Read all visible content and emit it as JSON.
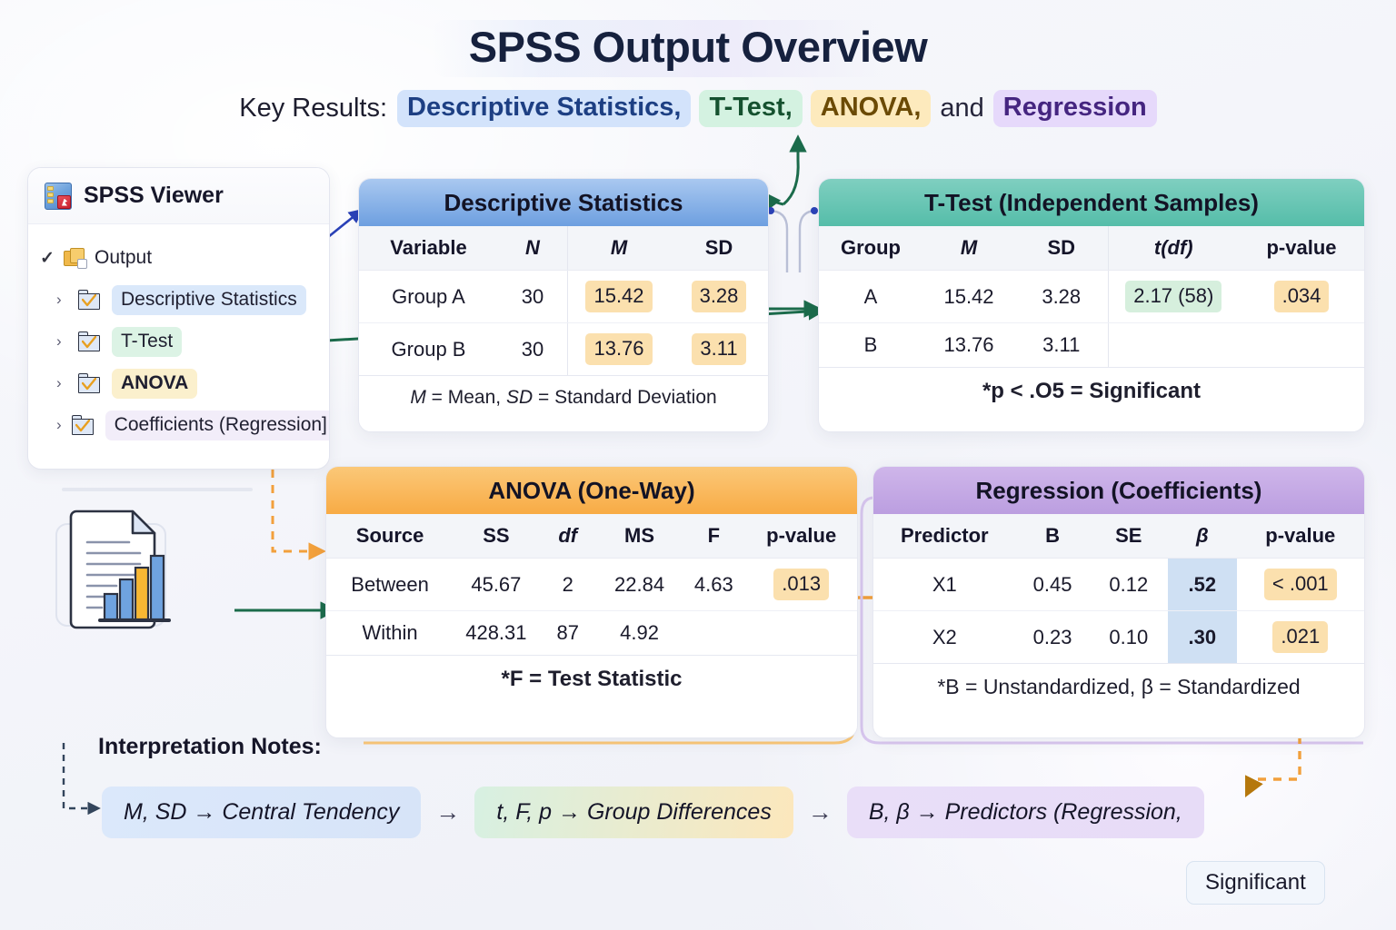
{
  "header": {
    "title": "SPSS Output Overview",
    "subtitle_lead": "Key Results:",
    "pills": {
      "descriptive": "Descriptive Statistics,",
      "ttest": "T-Test,",
      "anova": "ANOVA,",
      "conjunction": "and",
      "regression": "Regression"
    }
  },
  "sidebar": {
    "app_title": "SPSS Viewer",
    "root_label": "Output",
    "items": [
      {
        "label": "Descriptive Statistics"
      },
      {
        "label": "T-Test"
      },
      {
        "label": "ANOVA"
      },
      {
        "label": "Coefficients (Regression]"
      }
    ]
  },
  "descriptive": {
    "title": "Descriptive Statistics",
    "columns": [
      "Variable",
      "N",
      "M",
      "SD"
    ],
    "rows": [
      {
        "variable": "Group A",
        "n": "30",
        "m": "15.42",
        "sd": "3.28"
      },
      {
        "variable": "Group B",
        "n": "30",
        "m": "13.76",
        "sd": "3.11"
      }
    ],
    "note_a": "M",
    "note_b": " = Mean,  ",
    "note_c": "SD",
    "note_d": " = Standard Deviation"
  },
  "ttest": {
    "title": "T-Test (Independent Samples)",
    "columns": [
      "Group",
      "M",
      "SD",
      "t(df)",
      "p-value"
    ],
    "rows": [
      {
        "group": "A",
        "m": "15.42",
        "sd": "3.28",
        "t": "2.17 (58)",
        "p": ".034"
      },
      {
        "group": "B",
        "m": "13.76",
        "sd": "3.11",
        "t": "",
        "p": ""
      }
    ],
    "note": "*p < .O5  =  Significant"
  },
  "anova": {
    "title": "ANOVA (One-Way)",
    "columns": [
      "Source",
      "SS",
      "df",
      "MS",
      "F",
      "p-value"
    ],
    "rows": [
      {
        "source": "Between",
        "ss": "45.67",
        "df": "2",
        "ms": "22.84",
        "f": "4.63",
        "p": ".013"
      },
      {
        "source": "Within",
        "ss": "428.31",
        "df": "87",
        "ms": "4.92",
        "f": "",
        "p": ""
      }
    ],
    "note": "*F = Test Statistic"
  },
  "regression": {
    "title": "Regression (Coefficients)",
    "columns": [
      "Predictor",
      "B",
      "SE",
      "β",
      "p-value"
    ],
    "rows": [
      {
        "predictor": "X1",
        "b": "0.45",
        "se": "0.12",
        "beta": ".52",
        "p": "< .001"
      },
      {
        "predictor": "X2",
        "b": "0.23",
        "se": "0.10",
        "beta": ".30",
        "p": ".021"
      }
    ],
    "note": "*B = Unstandardized, β = Standardized"
  },
  "interpretation": {
    "title": "Interpretation Notes:",
    "steps": [
      "M, SD → Central Tendency",
      "t, F, p → Group Differences",
      "B, β → Predictors (Regression,"
    ],
    "arrow": "→",
    "tail_badge": "Significant"
  },
  "colors": {
    "accent_blue": "#6d9fe0",
    "accent_teal": "#55bda9",
    "accent_orange": "#f8ab45",
    "accent_purple": "#bb9ee0",
    "highlight_amber": "#fbe0ae",
    "highlight_green": "#d6efdd",
    "arrow_green": "#1b6b4b",
    "arrow_blue": "#2b42b8",
    "arrow_orange": "#f2a03c"
  }
}
